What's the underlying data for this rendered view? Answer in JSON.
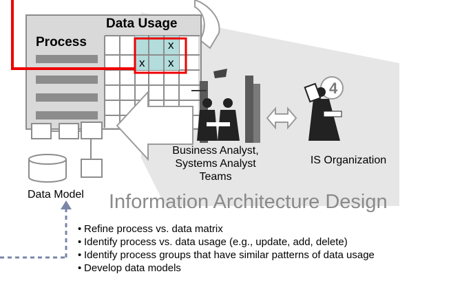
{
  "matrix": {
    "title": "Data Usage",
    "row_label": "Process",
    "marks": [
      "x",
      "x",
      "x"
    ]
  },
  "data_model": {
    "label": "Data Model"
  },
  "teams": {
    "analysts_line1": "Business Analyst,",
    "analysts_line2": "Systems Analyst",
    "analysts_line3": "Teams",
    "is_org": "IS Organization"
  },
  "step_number": "4",
  "design": {
    "title": "Information Architecture Design",
    "bullets": [
      "Refine process vs. data matrix",
      "Identify process vs. data usage (e.g., update, add, delete)",
      "Identify process groups that have similar patterns of data usage",
      "Develop data models"
    ]
  },
  "colors": {
    "highlight_border": "#ee0000",
    "highlight_fill": "#b3dcdc",
    "panel_fill": "#e6e6e6",
    "grid_stroke": "#8c8c8c",
    "dotted_arrow": "#7a86a8"
  }
}
